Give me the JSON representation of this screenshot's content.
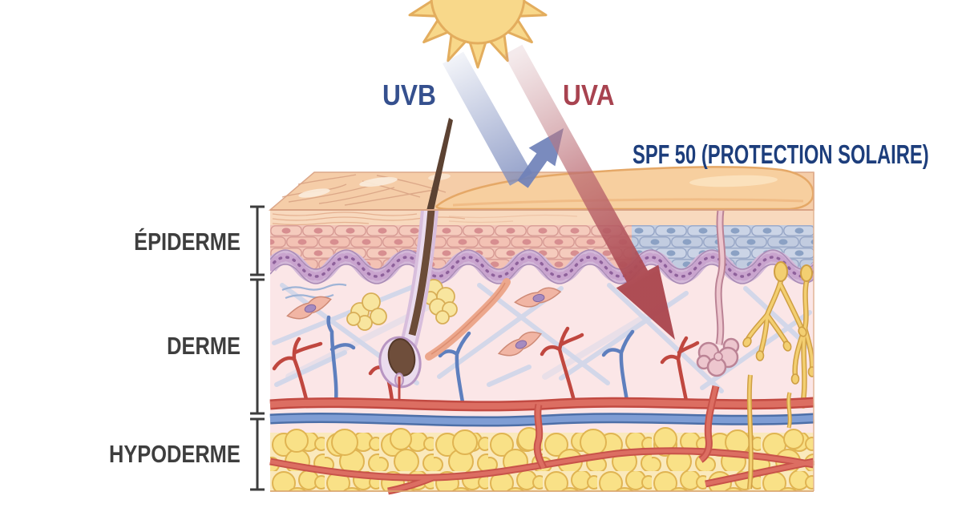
{
  "diagram": {
    "sun": {
      "icon_name": "sun-icon"
    },
    "uvb": {
      "label": "UVB",
      "color": "#35508E"
    },
    "uva": {
      "label": "UVA",
      "color": "#A84350"
    },
    "spf": {
      "label": "SPF 50 (PROTECTION SOLAIRE)",
      "color": "#1D3E7C"
    },
    "layer_labels": {
      "epidermis": "ÉPIDERME",
      "dermis": "DERME",
      "hypodermis": "HYPODERME"
    },
    "label_color": "#3E3E3E",
    "colors": {
      "sun_fill": "#F8D88A",
      "sun_stroke": "#E3AD5E",
      "skin_surface": "#F5CDA8",
      "epidermis_cell_pink": "#F3C2B4",
      "epidermis_cell_blue": "#C7D0E3",
      "basal_layer_purple": "#D3B8D8",
      "dermis_background": "#FBE6E7",
      "collagen_fiber": "#CDD5EA",
      "vessel_red": "#C24A42",
      "vessel_blue": "#5E7FBE",
      "fat_cell_yellow": "#F9E187",
      "cream_beige": "#F7CF9F",
      "hair_brown": "#5C4232",
      "nerve_yellow": "#F3CF71",
      "uvb_arrow": "#6F81B8",
      "uva_arrow": "#A8434C"
    }
  }
}
